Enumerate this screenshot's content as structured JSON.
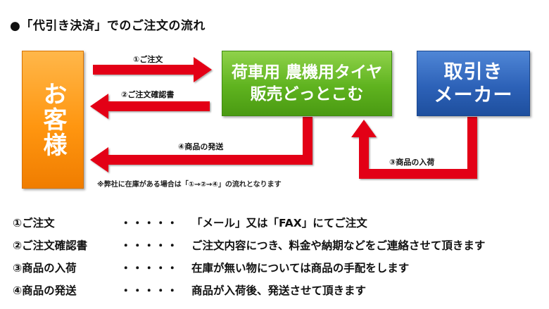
{
  "title": "●「代引き決済」でのご注文の流れ",
  "boxes": {
    "customer": "お客様",
    "shop": "荷車用 農機用タイヤ\n販売どっとこむ",
    "maker": "取引き\nメーカー"
  },
  "arrows": {
    "order": "①ご注文",
    "confirm": "②ご注文確認書",
    "ship": "④商品の発送",
    "arrive": "③商品の入荷"
  },
  "note": "※弊社に在庫がある場合は「①→②→④」の流れとなります",
  "colors": {
    "customer": "#ff9610",
    "shop": "#5fb31f",
    "maker": "#2d62b8",
    "arrow": "#e30613"
  },
  "legend": [
    {
      "name": "①ご注文",
      "dots": "・・・・・",
      "desc": "「メール」又は「FAX」にてご注文"
    },
    {
      "name": "②ご注文確認書",
      "dots": "・・・・・",
      "desc": "ご注文内容につき、料金や納期などをご連絡させて頂きます"
    },
    {
      "name": "③商品の入荷",
      "dots": "・・・・・",
      "desc": "在庫が無い物については商品の手配をします"
    },
    {
      "name": "④商品の発送",
      "dots": "・・・・・",
      "desc": "商品が入荷後、発送させて頂きます"
    }
  ]
}
